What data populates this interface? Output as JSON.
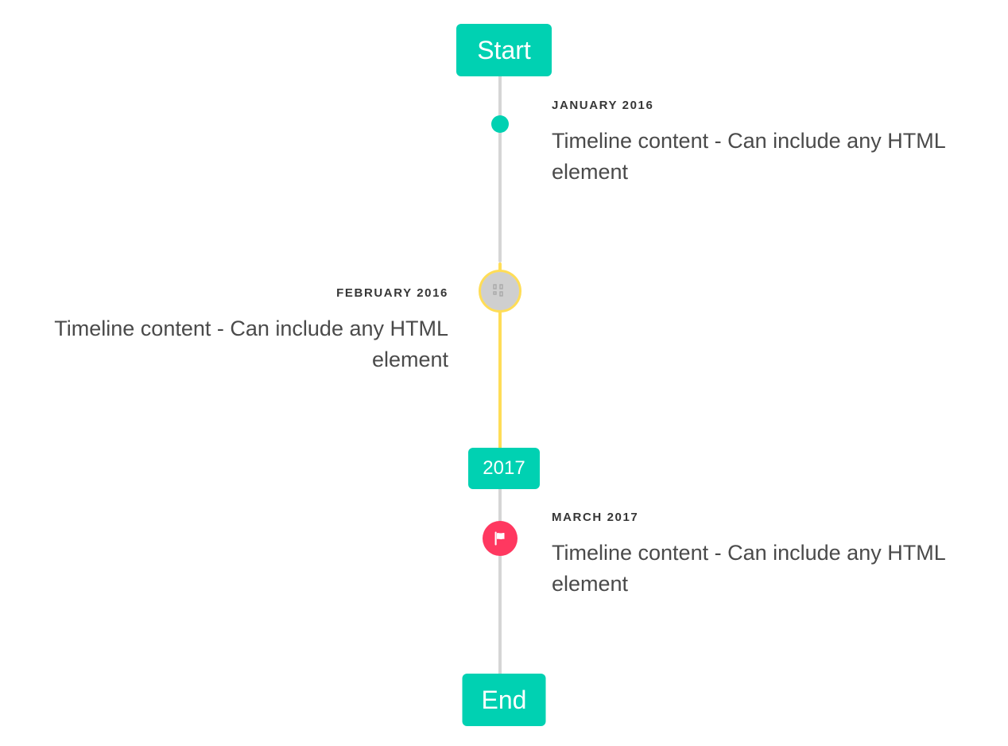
{
  "page": {
    "title": "Timeline",
    "background_color": "#ffffff"
  },
  "colors": {
    "primary": "#00d1b2",
    "warning": "#ffdd57",
    "danger": "#ff3860",
    "line_default": "#d5d5d5",
    "marker_placeholder_fill": "#cfcfcf",
    "heading_text": "#363636",
    "content_text": "#4a4a4a",
    "badge_text": "#ffffff"
  },
  "header": {
    "label": "Start"
  },
  "divider": {
    "label": "2017"
  },
  "footer": {
    "label": "End"
  },
  "items": [
    {
      "id": "january-2016",
      "side": "right",
      "heading": "JANUARY 2016",
      "content": "Timeline content - Can include any HTML element",
      "marker": {
        "type": "dot",
        "icon_name": "dot-marker-icon",
        "color": "#00d1b2"
      }
    },
    {
      "id": "february-2016",
      "side": "left",
      "heading": "FEBRUARY 2016",
      "content": "Timeline content - Can include any HTML element",
      "marker": {
        "type": "image",
        "icon_name": "broken-image-icon",
        "fill": "#cfcfcf",
        "ring_color": "#ffdd57"
      }
    },
    {
      "id": "march-2017",
      "side": "right",
      "heading": "MARCH 2017",
      "content": "Timeline content - Can include any HTML element",
      "marker": {
        "type": "icon",
        "icon_name": "flag-icon",
        "color": "#ff3860"
      }
    }
  ],
  "axis": {
    "segments": [
      {
        "name": "gray-top",
        "color": "#d5d5d5"
      },
      {
        "name": "yellow-mid",
        "color": "#ffdd57"
      },
      {
        "name": "gray-bottom",
        "color": "#d5d5d5"
      }
    ]
  }
}
